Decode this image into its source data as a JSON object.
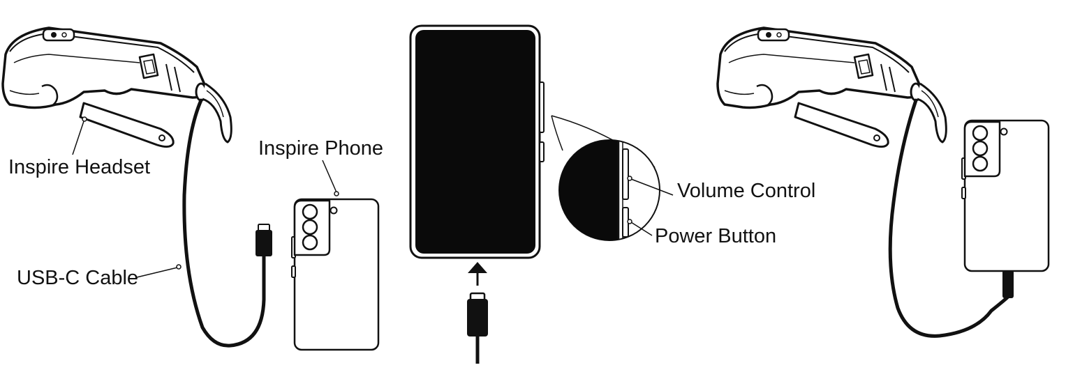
{
  "labels": {
    "headset": "Inspire Headset",
    "phone": "Inspire Phone",
    "cable": "USB-C Cable",
    "volume": "Volume Control",
    "power": "Power Button"
  },
  "colors": {
    "ink": "#111111",
    "screen": "#0a0a0a",
    "paper": "#ffffff"
  },
  "icons": {
    "headset": "vr-headset-icon",
    "phone": "smartphone-icon",
    "cable": "usb-c-cable-icon",
    "arrow": "arrow-up-icon"
  }
}
